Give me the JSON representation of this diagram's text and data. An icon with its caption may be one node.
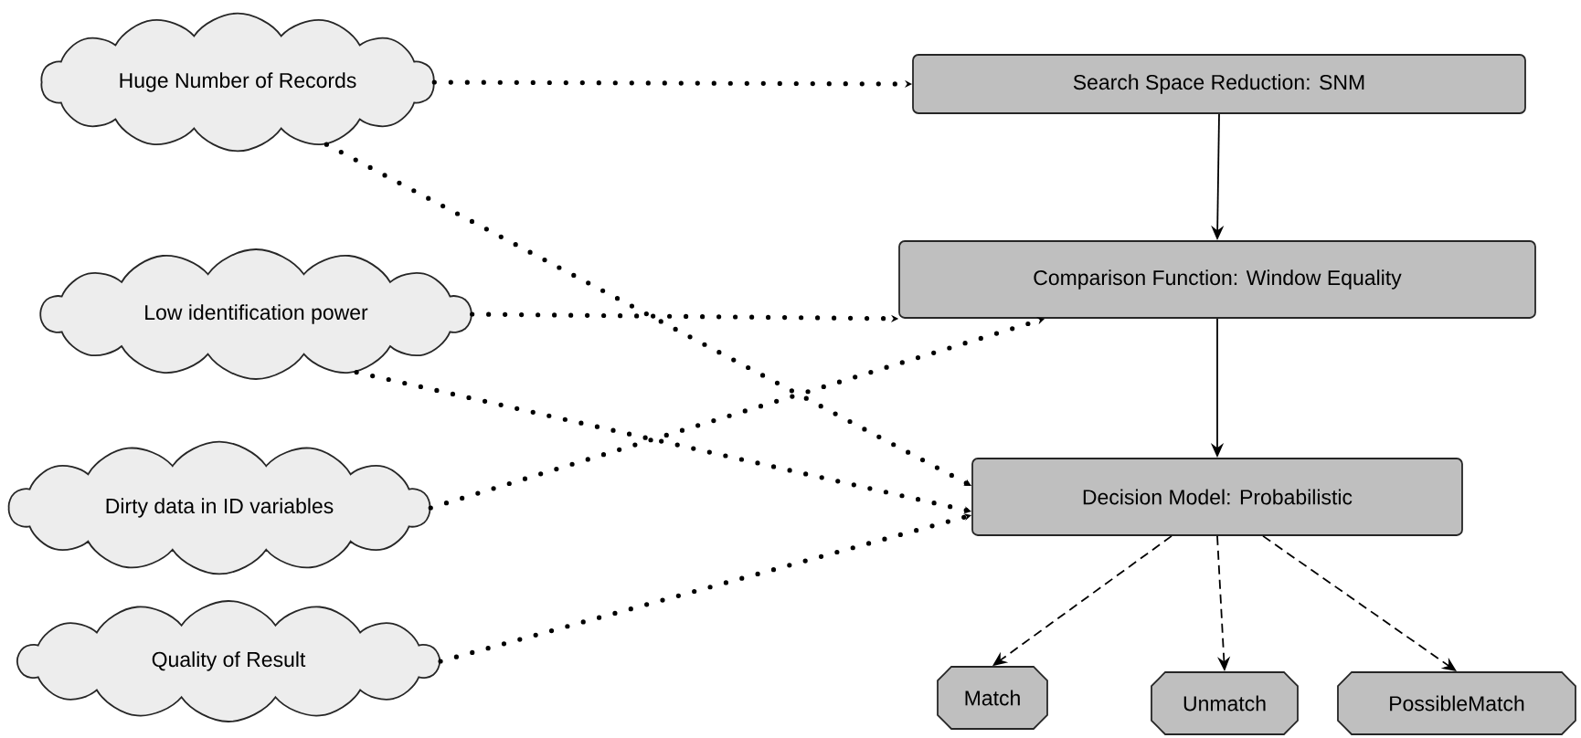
{
  "diagram": {
    "nodes": [
      {
        "text": [
          "Huge Number of Records"
        ]
      },
      {
        "text": [
          "Low identification power"
        ]
      },
      {
        "text": [
          "Dirty data in ID variables"
        ]
      },
      {
        "text": [
          "Quality of Result"
        ]
      },
      {
        "text": [
          "Search Space Reduction: SNM"
        ]
      },
      {
        "text": [
          "Comparison Function: Window Equality"
        ]
      },
      {
        "text": [
          "Decision Model: Probabilistic"
        ]
      },
      {
        "text": [
          "Match"
        ]
      },
      {
        "text": [
          "Unmatch"
        ]
      },
      {
        "text": [
          "PossibleMatch"
        ]
      }
    ],
    "edges": [
      {
        "from": 0,
        "to": 4,
        "arrow": "to",
        "style": "dashed"
      },
      {
        "from": 0,
        "to": 6,
        "arrow": "to",
        "style": "dashed"
      },
      {
        "from": 1,
        "to": 5,
        "arrow": "to",
        "style": "dashed"
      },
      {
        "from": 1,
        "to": 6,
        "arrow": "to",
        "style": "dashed"
      },
      {
        "from": 2,
        "to": 5,
        "arrow": "to",
        "style": "dashed"
      },
      {
        "from": 3,
        "to": 6,
        "arrow": "to",
        "style": "dashed"
      },
      {
        "from": 4,
        "to": 5,
        "arrow": "to"
      },
      {
        "from": 5,
        "to": 6,
        "arrow": "to"
      },
      {
        "from": 6,
        "to": 7,
        "arrow": "to",
        "style": "dashed"
      },
      {
        "from": 6,
        "to": 8,
        "arrow": "to",
        "style": "dashed"
      },
      {
        "from": 6,
        "to": 9,
        "arrow": "to",
        "style": "dashed"
      }
    ]
  }
}
